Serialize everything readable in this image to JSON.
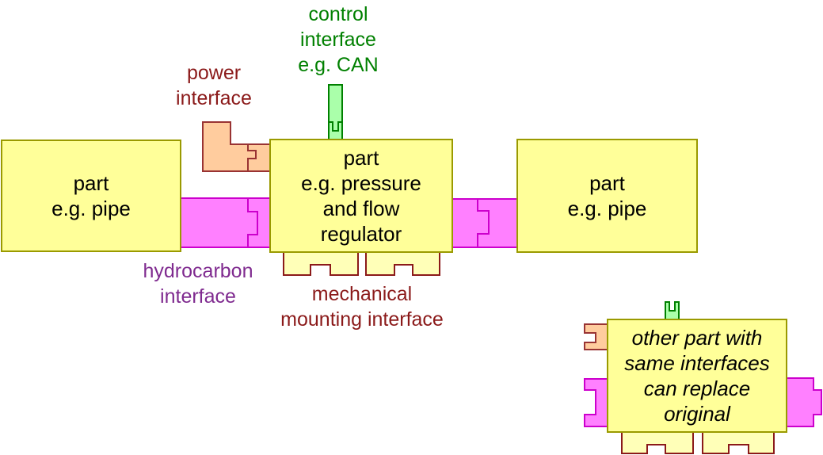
{
  "boxes": {
    "left_part": {
      "label": "part\ne.g. pipe"
    },
    "center_part": {
      "label": "part\ne.g. pressure\nand flow\nregulator"
    },
    "right_part": {
      "label": "part\ne.g. pipe"
    },
    "other_part": {
      "label": "other part with\nsame interfaces\ncan replace\noriginal"
    }
  },
  "labels": {
    "control": {
      "text": "control\ninterface\ne.g. CAN",
      "color": "#008000"
    },
    "power": {
      "text": "power\ninterface",
      "color": "#8B1A1A"
    },
    "hydrocarbon": {
      "text": "hydrocarbon\ninterface",
      "color": "#7F2A8F"
    },
    "mechanical": {
      "text": "mechanical\nmounting interface",
      "color": "#8B1A1A"
    }
  },
  "colors": {
    "part_fill": "#FFFF99",
    "part_border": "#9A9A00",
    "hydrocarbon_fill": "#FF80FF",
    "hydrocarbon_border": "#CC00CC",
    "power_fill": "#FFCC9E",
    "power_border": "#993333",
    "control_fill": "#AAFFAA",
    "control_border": "#008000",
    "mounting_fill": "#FFFFB8",
    "mounting_border": "#8B1A1A",
    "part_text": "#000000"
  }
}
